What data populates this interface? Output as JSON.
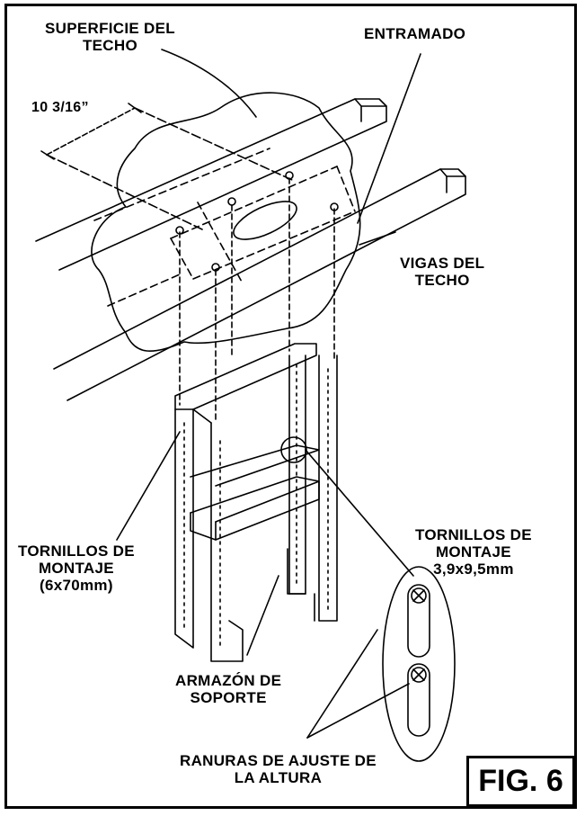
{
  "labels": {
    "ceiling_surface": [
      "SUPERFICIE DEL",
      "TECHO"
    ],
    "framing": "ENTRAMADO",
    "dimension": "10 3/16”",
    "ceiling_joists": [
      "VIGAS DEL",
      "TECHO"
    ],
    "mounting_screws_left": [
      "TORNILLOS DE",
      "MONTAJE",
      "(6x70mm)"
    ],
    "mounting_screws_right": [
      "TORNILLOS DE",
      "MONTAJE",
      "3,9x9,5mm"
    ],
    "support_frame": [
      "ARMAZÓN DE",
      "SOPORTE"
    ],
    "height_slots": [
      "RANURAS DE AJUSTE DE",
      "LA ALTURA"
    ],
    "figure": "FIG. 6"
  },
  "colors": {
    "ink": "#000000",
    "paper": "#ffffff"
  }
}
